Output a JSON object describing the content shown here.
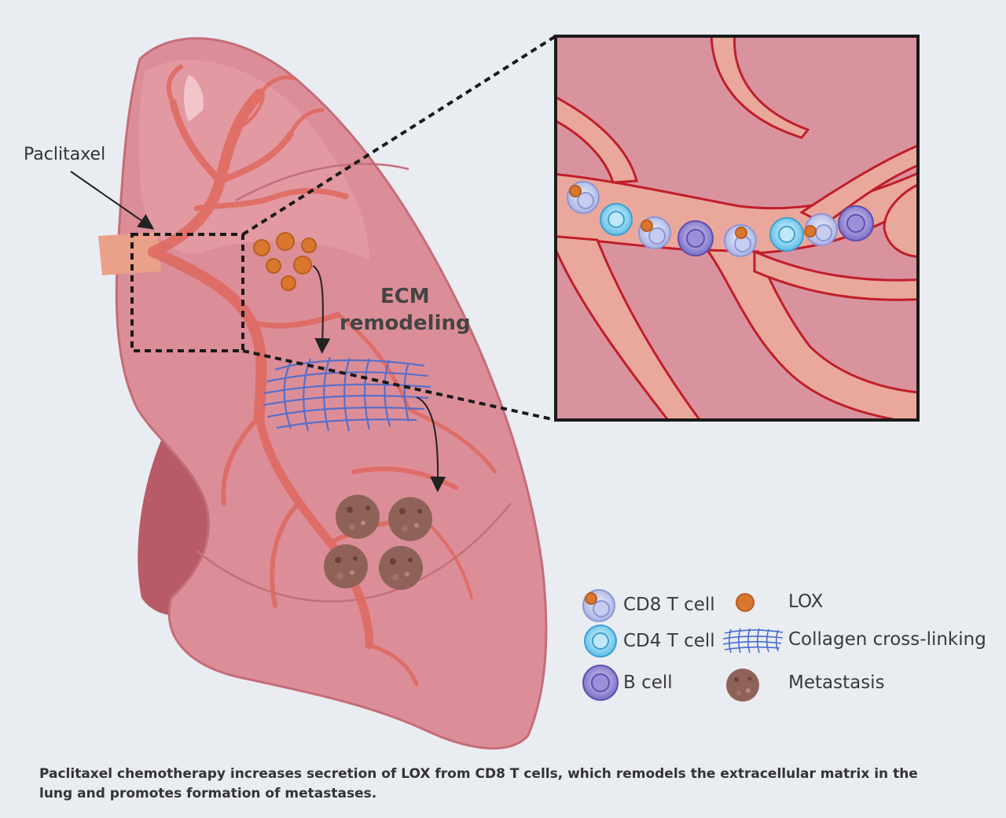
{
  "labels": {
    "paclitaxel": "Paclitaxel",
    "ecm_line1": "ECM",
    "ecm_line2": "remodeling"
  },
  "legend": {
    "cd8": "CD8 T cell",
    "cd4": "CD4 T cell",
    "bcell": "B cell",
    "lox": "LOX",
    "collagen": "Collagen cross-linking",
    "metastasis": "Metastasis"
  },
  "caption": {
    "line1": "Paclitaxel chemotherapy increases secretion of LOX from CD8 T cells, which remodels the extracellular matrix in the",
    "line2": "lung and promotes formation of metastases."
  },
  "colors": {
    "background": "#e9ecf1",
    "lung": "#dc8e98",
    "vessel": "#e0685f",
    "lox": "#d9772e",
    "collagen": "#4a6ccf",
    "cd4": "#5bbde8",
    "bcell": "#7b6ec6",
    "metastasis": "#8e6258"
  },
  "icons": [
    "lung-illustration",
    "blood-vessel",
    "lox-particle",
    "collagen-mesh",
    "metastasis-nodule",
    "cd8-t-cell-icon",
    "cd4-t-cell-icon",
    "b-cell-icon"
  ]
}
